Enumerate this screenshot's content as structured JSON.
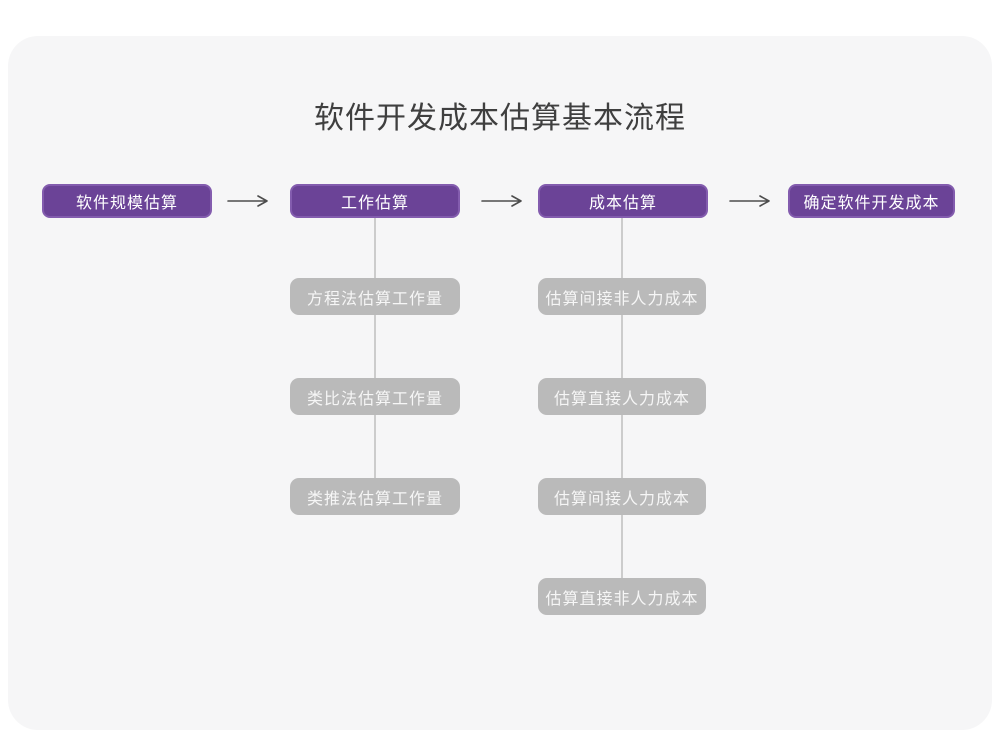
{
  "title": "软件开发成本估算基本流程",
  "colors": {
    "primary": "#6b4397",
    "primary_border": "#835cae",
    "secondary": "#bababa",
    "connector": "#cccccc",
    "arrow": "#4d4d4d",
    "title_text": "#3f3f3f",
    "box_text": "#ffffff",
    "card_background": "#f6f6f7",
    "page_background": "#ffffff"
  },
  "flow": {
    "main_steps": [
      {
        "label": "软件规模估算"
      },
      {
        "label": "工作估算"
      },
      {
        "label": "成本估算"
      },
      {
        "label": "确定软件开发成本"
      }
    ],
    "work_estimation_methods": [
      "方程法估算工作量",
      "类比法估算工作量",
      "类推法估算工作量"
    ],
    "cost_estimation_methods": [
      "估算间接非人力成本",
      "估算直接人力成本",
      "估算间接人力成本",
      "估算直接非人力成本"
    ]
  }
}
